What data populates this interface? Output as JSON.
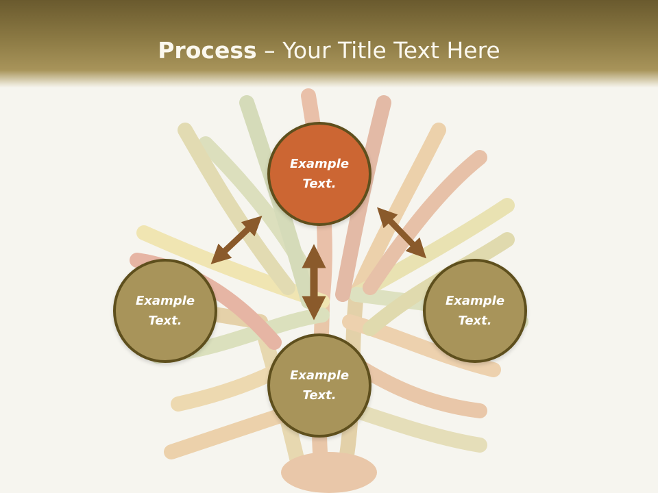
{
  "slide": {
    "title_bold": "Process",
    "title_rest": " – Your Title Text Here"
  },
  "nodes": {
    "top": {
      "label": "Example Text."
    },
    "left": {
      "label": "Example Text."
    },
    "right": {
      "label": "Example Text."
    },
    "bottom": {
      "label": "Example Text."
    }
  },
  "colors": {
    "header": "#8c7a44",
    "node_fill": "#a8945a",
    "node_accent": "#cc6633",
    "node_border": "#5e4f1d",
    "arrow": "#8a5a2b",
    "background": "#f6f5ef"
  },
  "background_art": "faded multicolor hands tree"
}
